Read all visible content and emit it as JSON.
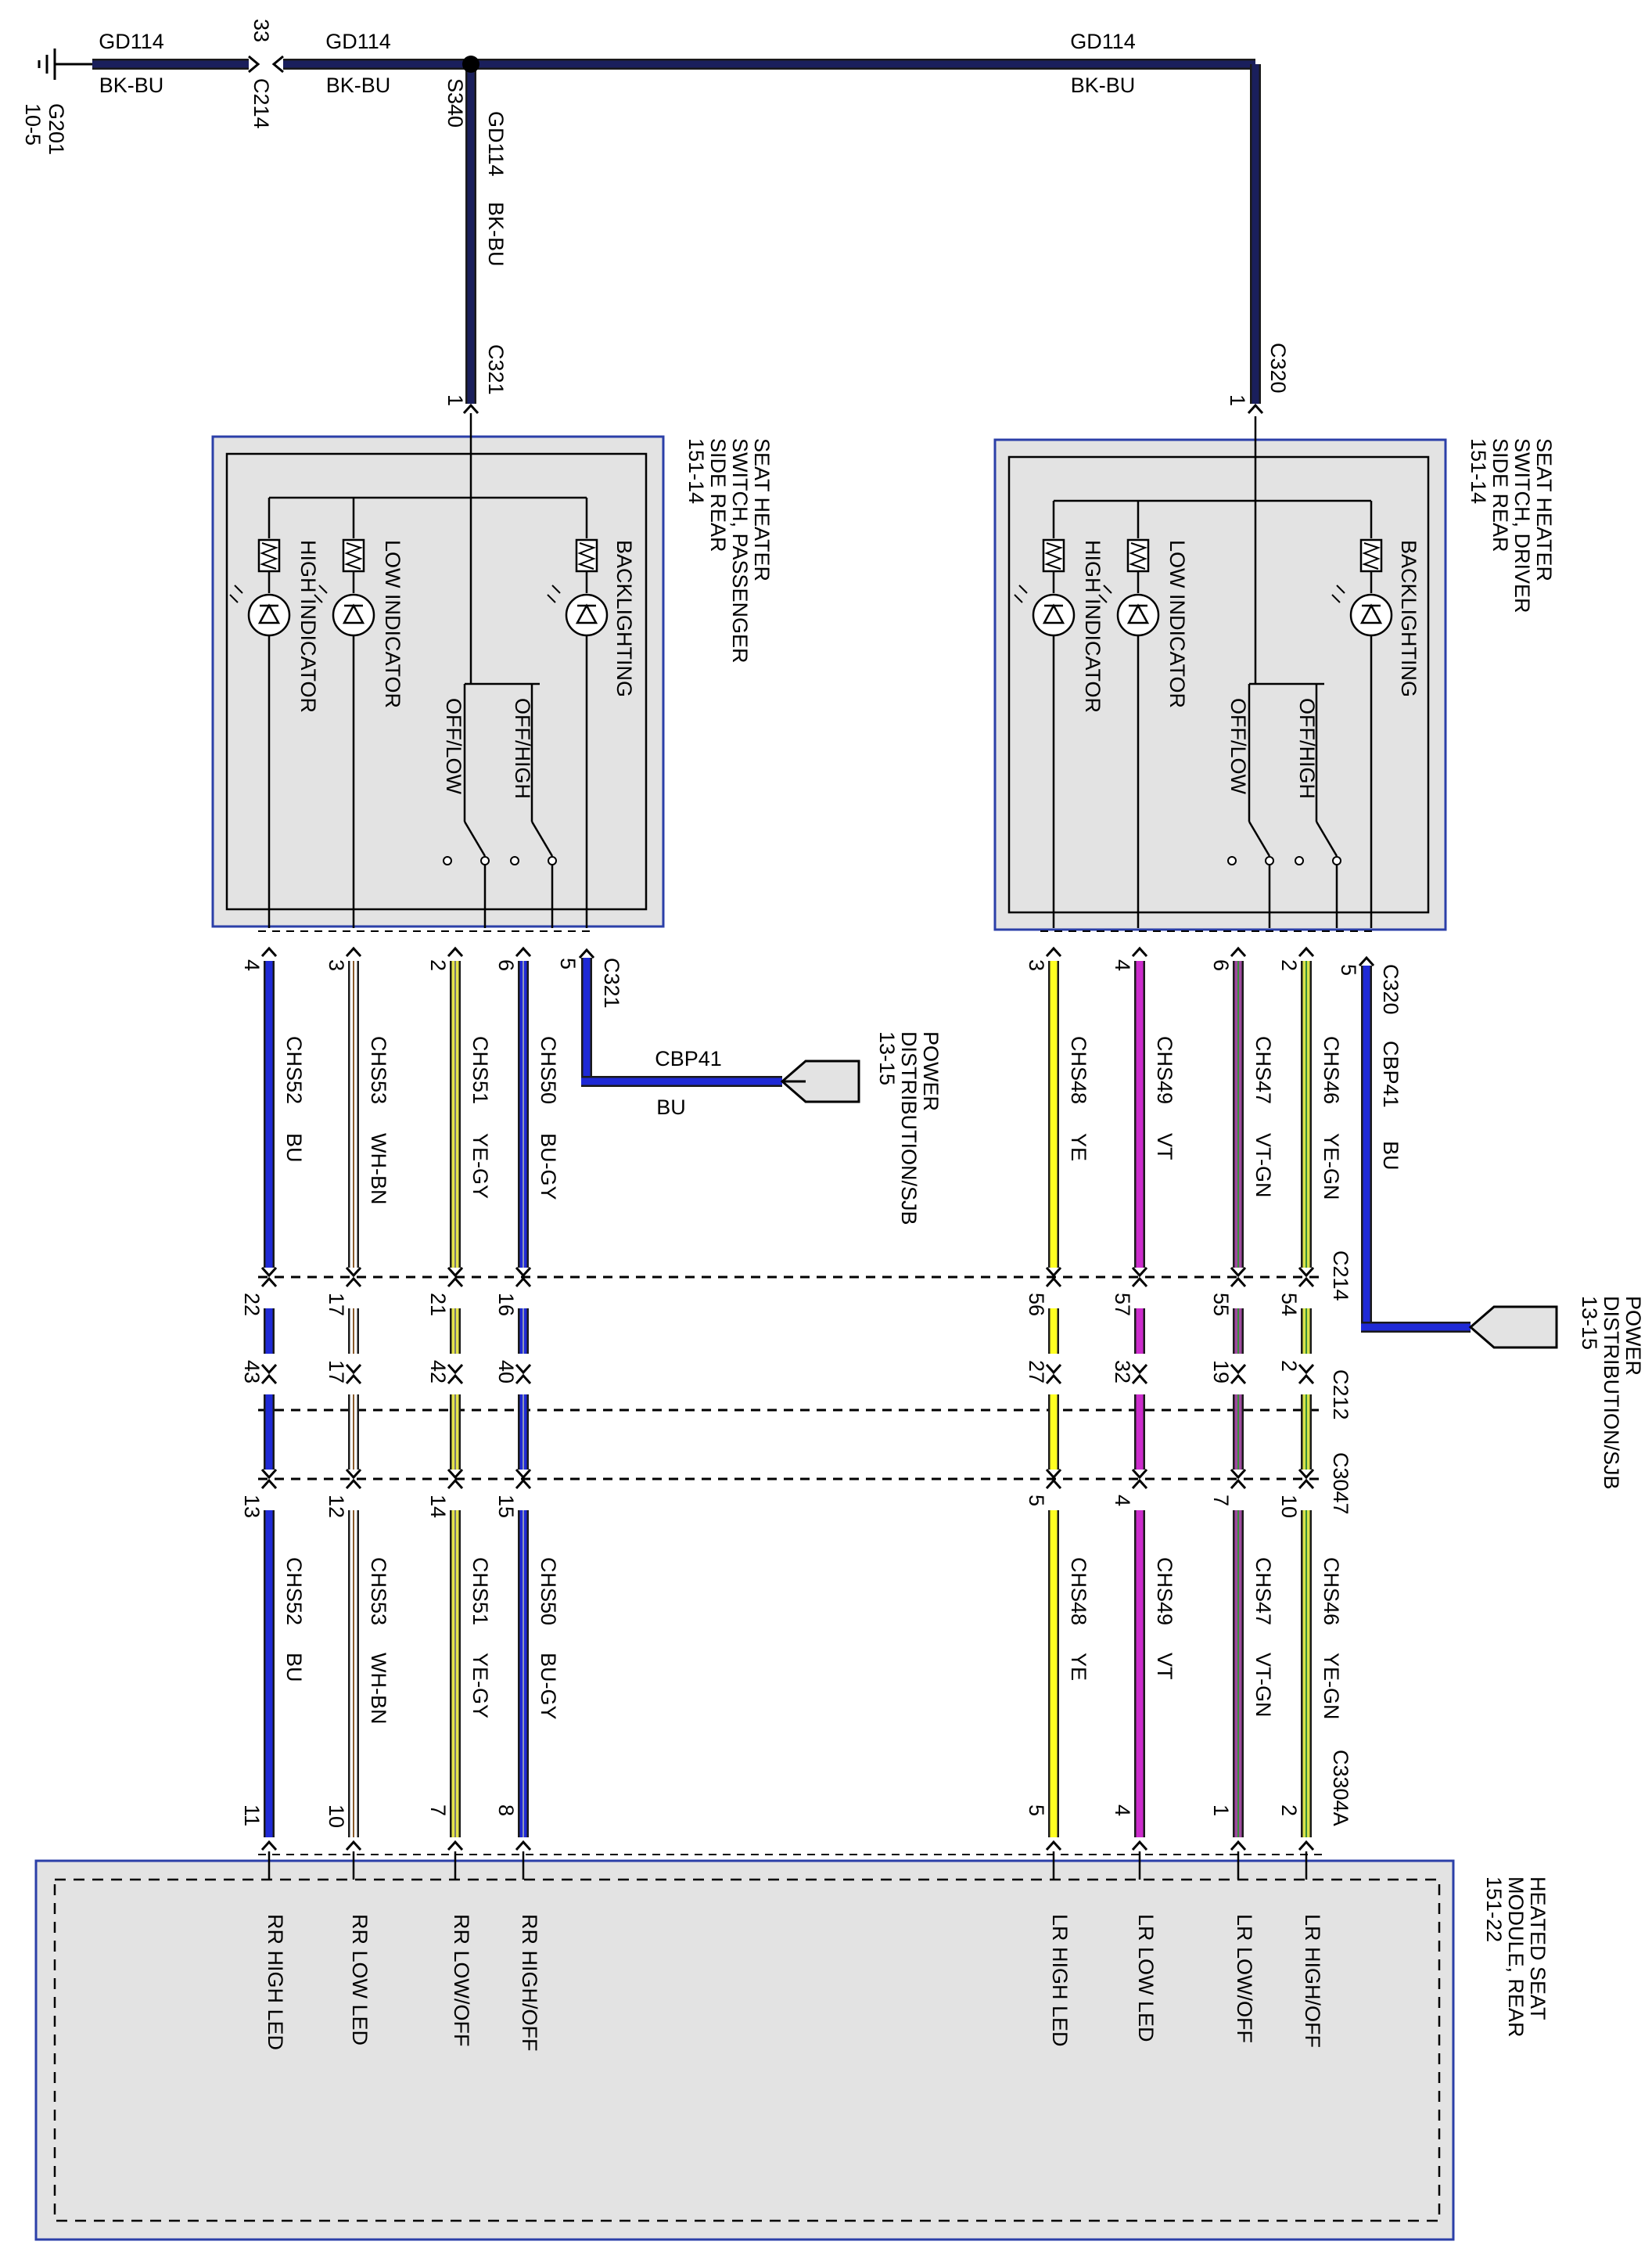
{
  "colors": {
    "BK-BU": "#1a1f5c",
    "BU": "#1f2ad6",
    "WH-BN": "#ffffff",
    "YE-GY": "#e3e34a",
    "BU-GY": "#1f2ad6",
    "YE": "#ffff22",
    "VT": "#cc2ccc",
    "VT-GN": "#a04aa0",
    "YE-GN": "#d8e34a",
    "component_fill": "#e3e3e3",
    "component_border": "#2b3fa8"
  },
  "icons": {
    "ground": "ground-symbol-icon",
    "splice": "splice-dot-icon",
    "connector": "connector-chevron-icon",
    "resistor": "resistor-icon",
    "led": "led-icon",
    "switch": "switch-contact-icon",
    "power_tag": "power-tag-icon"
  },
  "ground": {
    "id": "G201",
    "page": "10-5",
    "circuit": "GD114",
    "color": "BK-BU"
  },
  "c214_ground": {
    "connector": "C214",
    "pin": "33"
  },
  "splice": {
    "id": "S340"
  },
  "top_wires": {
    "seg_left": {
      "circuit": "GD114",
      "color": "BK-BU"
    },
    "seg_mid": {
      "circuit": "GD114",
      "color": "BK-BU"
    },
    "seg_right": {
      "circuit": "GD114",
      "color": "BK-BU"
    },
    "drop_passenger": {
      "circuit": "GD114",
      "color": "BK-BU",
      "connector": "C321",
      "pin": "1"
    },
    "drop_driver": {
      "connector": "C320",
      "pin": "1"
    }
  },
  "switch_passenger": {
    "title_lines": [
      "SEAT HEATER",
      "SWITCH, PASSENGER",
      "SIDE REAR",
      "151-14"
    ],
    "elements": {
      "high_indicator": "HIGH INDICATOR",
      "low_indicator": "LOW INDICATOR",
      "off_low": "OFF/LOW",
      "off_high": "OFF/HIGH",
      "backlighting": "BACKLIGHTING"
    }
  },
  "switch_driver": {
    "title_lines": [
      "SEAT HEATER",
      "SWITCH, DRIVER",
      "SIDE REAR",
      "151-14"
    ],
    "elements": {
      "high_indicator": "HIGH INDICATOR",
      "low_indicator": "LOW INDICATOR",
      "off_low": "OFF/LOW",
      "off_high": "OFF/HIGH",
      "backlighting": "BACKLIGHTING"
    }
  },
  "power_passenger": {
    "circuit": "CBP41",
    "color": "BU",
    "connector": "C321",
    "pin": "5",
    "label_lines": [
      "POWER",
      "DISTRIBUTION/SJB",
      "13-15"
    ]
  },
  "power_driver": {
    "circuit": "CBP41",
    "color": "BU",
    "connector": "C320",
    "pin": "5",
    "label_lines": [
      "POWER",
      "DISTRIBUTION/SJB",
      "13-15"
    ]
  },
  "connectors": {
    "c214": "C214",
    "c212": "C212",
    "c3047": "C3047",
    "c3304a": "C3304A"
  },
  "wires": [
    {
      "circuit": "CHS52",
      "color": "BU",
      "pins": {
        "switch": "4",
        "c214": "22",
        "c212": "43",
        "c3047": "13",
        "module": "11"
      },
      "function": "RR HIGH LED"
    },
    {
      "circuit": "CHS53",
      "color": "WH-BN",
      "pins": {
        "switch": "3",
        "c214": "17",
        "c212": "17",
        "c3047": "12",
        "module": "10"
      },
      "function": "RR LOW LED"
    },
    {
      "circuit": "CHS51",
      "color": "YE-GY",
      "pins": {
        "switch": "2",
        "c214": "21",
        "c212": "42",
        "c3047": "14",
        "module": "7"
      },
      "function": "RR LOW/OFF"
    },
    {
      "circuit": "CHS50",
      "color": "BU-GY",
      "pins": {
        "switch": "6",
        "c214": "16",
        "c212": "40",
        "c3047": "15",
        "module": "8"
      },
      "function": "RR HIGH/OFF"
    },
    {
      "circuit": "CHS48",
      "color": "YE",
      "pins": {
        "switch": "3",
        "c214": "56",
        "c212": "27",
        "c3047": "5",
        "module": "5"
      },
      "function": "LR HIGH LED"
    },
    {
      "circuit": "CHS49",
      "color": "VT",
      "pins": {
        "switch": "4",
        "c214": "57",
        "c212": "32",
        "c3047": "4",
        "module": "4"
      },
      "function": "LR LOW LED"
    },
    {
      "circuit": "CHS47",
      "color": "VT-GN",
      "pins": {
        "switch": "6",
        "c214": "55",
        "c212": "19",
        "c3047": "7",
        "module": "1"
      },
      "function": "LR LOW/OFF"
    },
    {
      "circuit": "CHS46",
      "color": "YE-GN",
      "pins": {
        "switch": "2",
        "c214": "54",
        "c212": "2",
        "c3047": "10",
        "module": "2"
      },
      "function": "LR HIGH/OFF"
    }
  ],
  "module": {
    "title_lines": [
      "HEATED SEAT",
      "MODULE, REAR",
      "151-22"
    ]
  }
}
